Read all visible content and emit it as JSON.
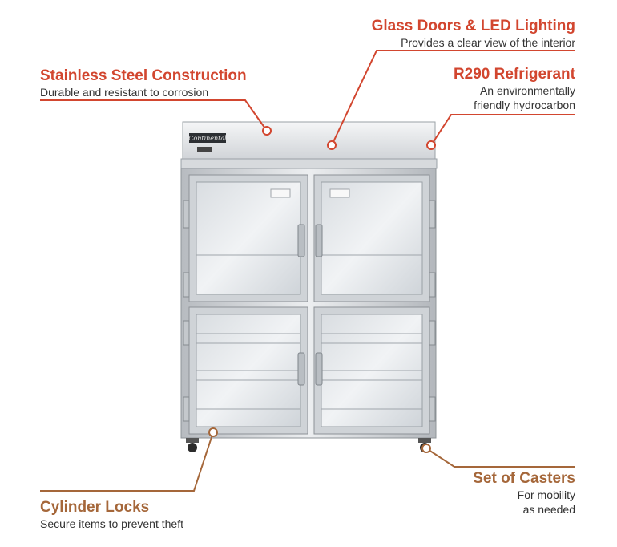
{
  "colors": {
    "red_accent": "#d2462f",
    "brown_accent": "#a5673a",
    "steel_light": "#e4e6e8",
    "steel_dark": "#a9adb2"
  },
  "product": {
    "brand_plate": "Continental"
  },
  "callouts": {
    "glass_doors": {
      "title": "Glass Doors & LED Lighting",
      "desc": "Provides a clear view of the interior"
    },
    "stainless": {
      "title": "Stainless Steel Construction",
      "desc": "Durable and resistant to corrosion"
    },
    "refrigerant": {
      "title": "R290 Refrigerant",
      "desc_line1": "An environmentally",
      "desc_line2": "friendly hydrocarbon"
    },
    "casters": {
      "title": "Set of Casters",
      "desc_line1": "For mobility",
      "desc_line2": "as needed"
    },
    "locks": {
      "title": "Cylinder Locks",
      "desc": "Secure items to prevent theft"
    }
  }
}
